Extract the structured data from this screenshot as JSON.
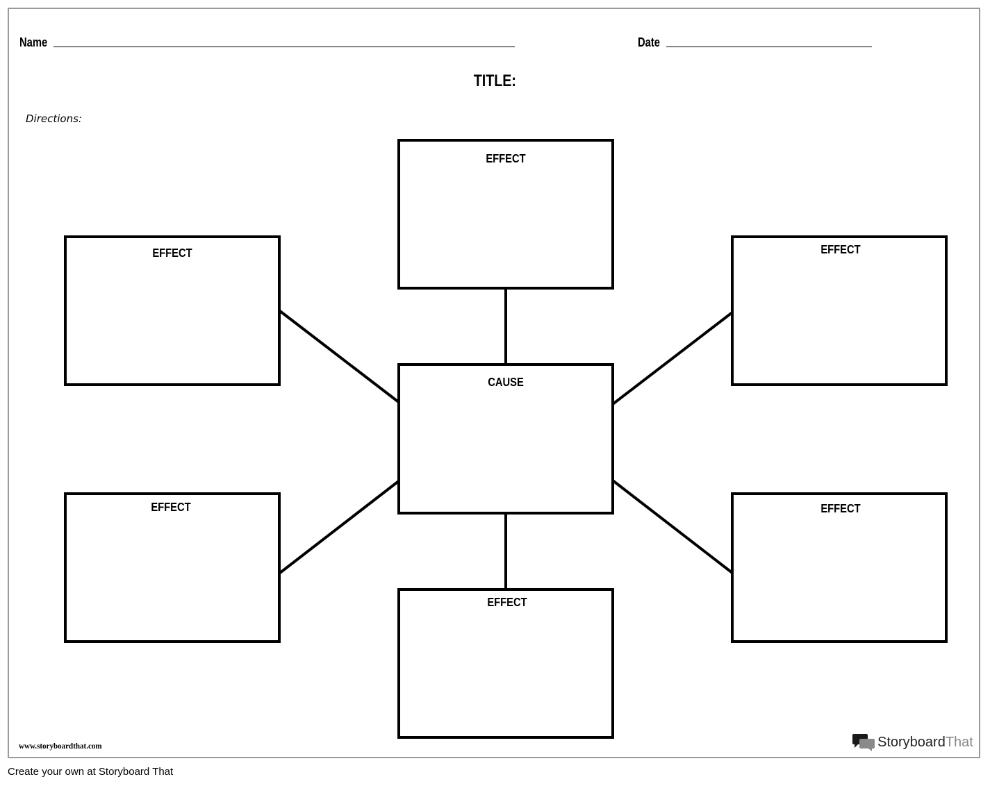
{
  "header": {
    "name_label": "Name",
    "date_label": "Date",
    "title": "TITLE:",
    "directions": "Directions:"
  },
  "diagram": {
    "center_label": "CAUSE",
    "effect_boxes": [
      {
        "id": "top",
        "label": "EFFECT"
      },
      {
        "id": "upper-left",
        "label": "EFFECT"
      },
      {
        "id": "upper-right",
        "label": "EFFECT"
      },
      {
        "id": "lower-left",
        "label": "EFFECT"
      },
      {
        "id": "lower-right",
        "label": "EFFECT"
      },
      {
        "id": "bottom",
        "label": "EFFECT"
      }
    ]
  },
  "footer": {
    "website": "www.storyboardthat.com",
    "logo_text_dark": "Storyboard",
    "logo_text_light": "That",
    "create_text": "Create your own at Storyboard That"
  }
}
